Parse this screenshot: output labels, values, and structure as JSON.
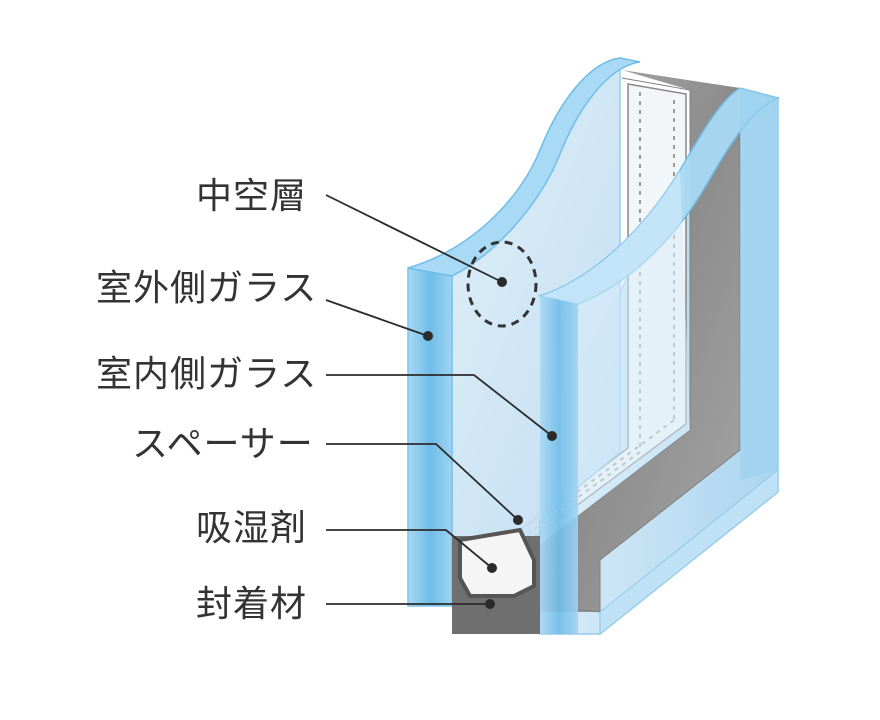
{
  "labels": {
    "hollow_layer": "中空層",
    "outer_glass": "室外側ガラス",
    "inner_glass": "室内側ガラス",
    "spacer": "スペーサー",
    "desiccant": "吸湿剤",
    "sealant": "封着材"
  },
  "colors": {
    "glass_face": "#cfe6f6",
    "glass_edge": "#7cc3ec",
    "spacer_gray": "#9a9a9a",
    "sealant_dark": "#6f6f6f",
    "text": "#333333"
  }
}
